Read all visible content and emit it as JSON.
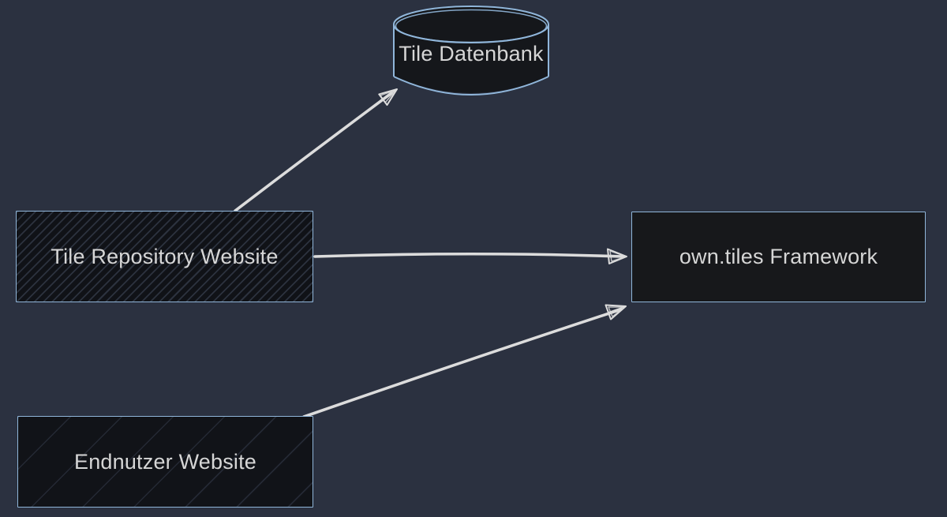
{
  "diagram": {
    "canvas_background": "#2b3140",
    "colors": {
      "node_border": "#90b6da",
      "node_fill_dark": "#17181b",
      "arrow_stroke": "#dcdcdc",
      "label_text": "#d6d6d6"
    },
    "nodes": [
      {
        "id": "tile-datenbank",
        "shape": "cylinder",
        "fill_style": "solid",
        "label": "Tile Datenbank"
      },
      {
        "id": "tile-repository-website",
        "shape": "rectangle",
        "fill_style": "hachure",
        "label": "Tile Repository Website"
      },
      {
        "id": "owntiles-framework",
        "shape": "rectangle",
        "fill_style": "solid",
        "label": "own.tiles Framework"
      },
      {
        "id": "endnutzer-website",
        "shape": "rectangle",
        "fill_style": "hachure-light",
        "label": "Endnutzer Website"
      }
    ],
    "arrows": [
      {
        "id": "arrow-repository-to-datenbank",
        "from": "tile-repository-website",
        "to": "tile-datenbank"
      },
      {
        "id": "arrow-repository-to-framework",
        "from": "tile-repository-website",
        "to": "owntiles-framework"
      },
      {
        "id": "arrow-endnutzer-to-framework",
        "from": "endnutzer-website",
        "to": "owntiles-framework"
      }
    ]
  }
}
